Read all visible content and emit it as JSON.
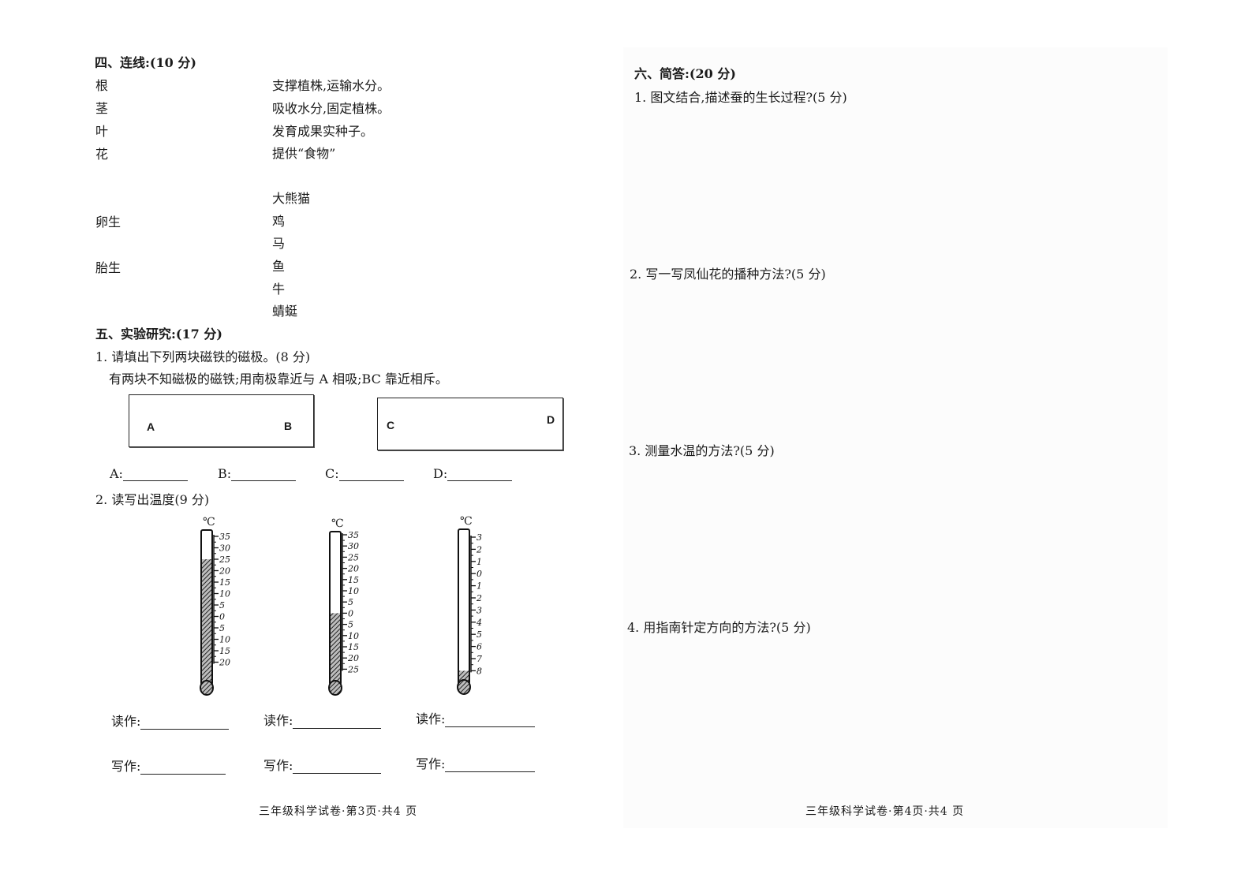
{
  "left_page": {
    "section4": {
      "title": "四、连线:(10 分)",
      "plant_parts": [
        "根",
        "茎",
        "叶",
        "花"
      ],
      "functions": [
        "支撑植株,运输水分。",
        "吸收水分,固定植株。",
        "发育成果实种子。",
        "提供“食物”"
      ],
      "reproduction": [
        "卵生",
        "胎生"
      ],
      "animals": [
        "大熊猫",
        "鸡",
        "马",
        "鱼",
        "牛",
        "蜻蜓"
      ]
    },
    "section5": {
      "title": "五、实验研究:(17 分)",
      "q1": {
        "title": "1. 请填出下列两块磁铁的磁极。(8 分)",
        "desc": "有两块不知磁极的磁铁;用南极靠近与 A 相吸;BC 靠近相斥。",
        "magnet1": [
          "A",
          "B"
        ],
        "magnet2": [
          "C",
          "D"
        ],
        "answer_labels": [
          "A:",
          "B:",
          "C:",
          "D:"
        ]
      },
      "q2": {
        "title": "2. 读写出温度(9 分)",
        "unit": "℃",
        "read_label": "读作:",
        "write_label": "写作:",
        "thermometers": [
          {
            "ticks": [
              "35",
              "30",
              "25",
              "20",
              "15",
              "10",
              "5",
              "0",
              "5",
              "10",
              "15",
              "20"
            ],
            "reading": 25
          },
          {
            "ticks": [
              "35",
              "30",
              "25",
              "20",
              "15",
              "10",
              "5",
              "0",
              "5",
              "10",
              "15",
              "20",
              "25"
            ],
            "reading": 0
          },
          {
            "ticks": [
              "3",
              "2",
              "1",
              "0",
              "1",
              "2",
              "3",
              "4",
              "5",
              "6",
              "7",
              "8"
            ],
            "reading": -8
          }
        ]
      }
    },
    "footer": "三年级科学试卷·第3页·共4 页"
  },
  "right_page": {
    "section6": {
      "title": "六、简答:(20 分)",
      "questions": [
        "1. 图文结合,描述蚕的生长过程?(5 分)",
        "2. 写一写凤仙花的播种方法?(5 分)",
        "3. 测量水温的方法?(5 分)",
        "4. 用指南针定方向的方法?(5 分)"
      ]
    },
    "footer": "三年级科学试卷·第4页·共4 页"
  }
}
